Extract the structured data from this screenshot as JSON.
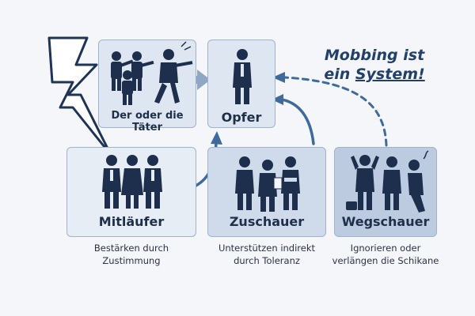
{
  "slogan": {
    "line1": "Mobbing ist",
    "line2_a": "ein ",
    "line2_b": "System!"
  },
  "roles": {
    "taeter": {
      "title": "Der oder die Täter"
    },
    "opfer": {
      "title": "Opfer"
    },
    "mitlaeufer": {
      "title": "Mitläufer",
      "caption_l1": "Bestärken durch",
      "caption_l2": "Zustimmung"
    },
    "zuschauer": {
      "title": "Zuschauer",
      "caption_l1": "Unterstützen indirekt",
      "caption_l2": "durch Toleranz"
    },
    "wegschauer": {
      "title": "Wegschauer",
      "caption_l1": "Ignorieren oder",
      "caption_l2": "verlängen die Schikane"
    }
  },
  "icons": [
    "lightning-icon",
    "perpetrators-icon",
    "victim-icon",
    "followers-icon",
    "bystanders-icon",
    "lookaway-icon",
    "briefcase-icon"
  ],
  "colors": {
    "figure": "#1d2f4d",
    "accent": "#3e6a9c",
    "box_border": "#9fb3cc"
  }
}
